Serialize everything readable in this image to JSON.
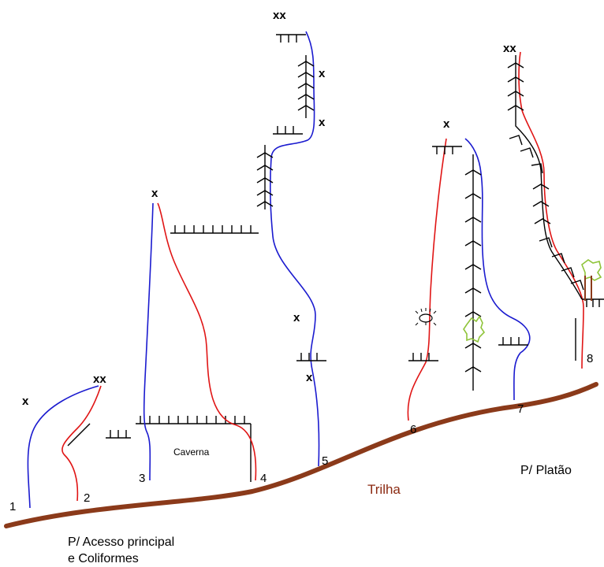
{
  "colors": {
    "trail": "#8b3a1a",
    "blue_route": "#1b1bcf",
    "red_route": "#e01515",
    "vegetation": "#8fc43a"
  },
  "icons": [
    "vegetation-icon",
    "eye-icon"
  ],
  "labels": {
    "trail": "Trilha",
    "cave": "Caverna",
    "to_platao": "P/ Platão",
    "to_access_line1": "P/ Acesso principal",
    "to_access_line2": "e Coliformes"
  },
  "routes": [
    "1",
    "2",
    "3",
    "4",
    "5",
    "6",
    "7",
    "8"
  ],
  "marks": {
    "x": "x",
    "xx": "xx"
  }
}
